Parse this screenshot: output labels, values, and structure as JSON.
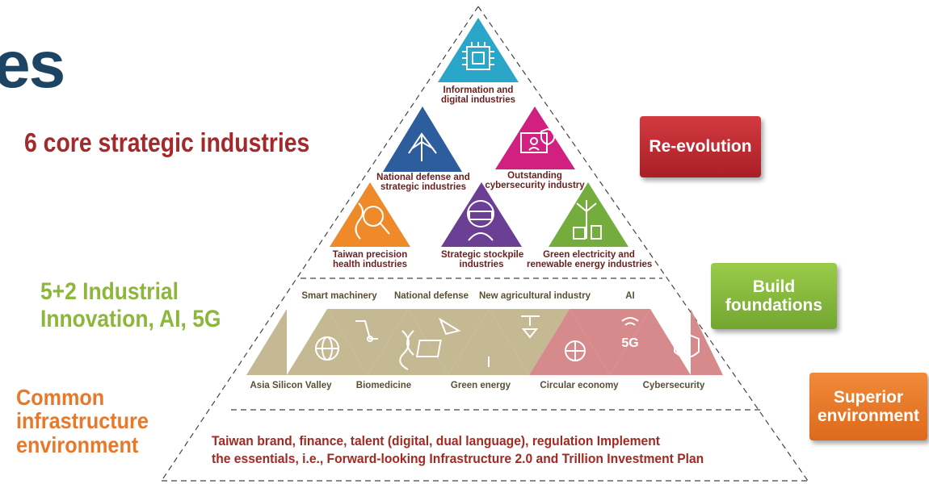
{
  "title_fragment": "es",
  "left_labels": {
    "core": "6 core strategic industries",
    "innovation_line1": "5+2 Industrial",
    "innovation_line2": "Innovation, AI, 5G",
    "common_line1": "Common",
    "common_line2": "infrastructure",
    "common_line3": "environment"
  },
  "badges": {
    "revolution": "Re-evolution",
    "build_line1": "Build",
    "build_line2": "foundations",
    "superior_line1": "Superior",
    "superior_line2": "environment"
  },
  "core_industries": [
    {
      "line1": "Information and",
      "line2": "digital industries",
      "color": "#2aa6c9",
      "icon": "chip-icon"
    },
    {
      "line1": "National defense and",
      "line2": "strategic industries",
      "color": "#2e5d9e",
      "icon": "fighter-jet-icon"
    },
    {
      "line1": "Outstanding",
      "line2": "cybersecurity industry",
      "color": "#d1207f",
      "icon": "secure-computer-icon"
    },
    {
      "line1": "Taiwan precision",
      "line2": "health industries",
      "color": "#ef8a2a",
      "icon": "dna-magnifier-icon"
    },
    {
      "line1": "Strategic stockpile",
      "line2": "industries",
      "color": "#6b3f94",
      "icon": "astronaut-icon"
    },
    {
      "line1": "Green electricity and",
      "line2": "renewable energy industries",
      "color": "#74ad3e",
      "icon": "wind-turbine-icon"
    }
  ],
  "innovation_top_labels": [
    "Smart machinery",
    "National defense",
    "New agricultural industry",
    "AI"
  ],
  "innovation_bottom_labels": [
    "Asia Silicon Valley",
    "Biomedicine",
    "Green energy",
    "Circular economy",
    "Cybersecurity"
  ],
  "innovation_colors": {
    "tan": "#c5b994",
    "pink": "#d68a8c"
  },
  "base_text_line1": "Taiwan brand, finance, talent (digital, dual language), regulation Implement",
  "base_text_line2": "the essentials, i.e., Forward-looking Infrastructure 2.0 and Trillion Investment Plan"
}
